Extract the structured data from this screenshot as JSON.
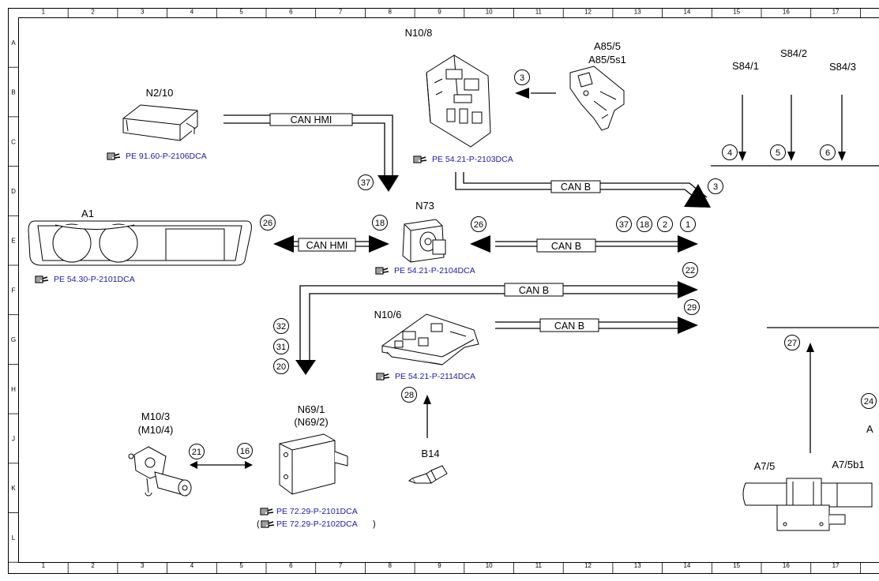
{
  "grid": {
    "columns": [
      "1",
      "2",
      "3",
      "4",
      "5",
      "6",
      "7",
      "8",
      "9",
      "10",
      "11",
      "12",
      "13",
      "14",
      "15",
      "16",
      "17"
    ],
    "rows": [
      "A",
      "B",
      "C",
      "D",
      "E",
      "F",
      "G",
      "H",
      "J",
      "K",
      "L"
    ]
  },
  "components": {
    "n10_8": "N10/8",
    "a85_5": "A85/5",
    "a85_5s1": "A85/5s1",
    "s84_1": "S84/1",
    "s84_2": "S84/2",
    "s84_3": "S84/3",
    "n2_10": "N2/10",
    "a1": "A1",
    "n73": "N73",
    "n10_6": "N10/6",
    "m10_3": "M10/3",
    "m10_4": "(M10/4)",
    "n69_1": "N69/1",
    "n69_2": "(N69/2)",
    "b14": "B14",
    "a7_5": "A7/5",
    "a7_5b1": "A7/5b1",
    "a_partial": "A"
  },
  "references": {
    "n2_10": "PE 91.60-P-2106DCA",
    "n10_8": "PE 54.21-P-2103DCA",
    "a1": "PE 54.30-P-2101DCA",
    "n73": "PE 54.21-P-2104DCA",
    "n10_6": "PE 54.21-P-2114DCA",
    "n69_1": "PE 72.29-P-2101DCA",
    "n69_2": "PE 72.29-P-2102DCA",
    "n69_2_open": "(",
    "n69_2_close": ")"
  },
  "buses": {
    "can_hmi_top": "CAN HMI",
    "can_b_top": "CAN B",
    "can_hmi_mid": "CAN HMI",
    "can_b_mid": "CAN B",
    "can_b_f": "CAN B",
    "can_b_g": "CAN B"
  },
  "circled": {
    "c3a": "3",
    "c3b": "3",
    "c4": "4",
    "c5": "5",
    "c6": "6",
    "c37a": "37",
    "c26a": "26",
    "c18a": "18",
    "c26b": "26",
    "c37b": "37",
    "c18b": "18",
    "c2": "2",
    "c1": "1",
    "c22": "22",
    "c29": "29",
    "c32": "32",
    "c31": "31",
    "c20": "20",
    "c28": "28",
    "c21": "21",
    "c16": "16",
    "c27": "27",
    "c24": "24"
  },
  "icons": {
    "reference": "pointing-hand-book-icon"
  }
}
